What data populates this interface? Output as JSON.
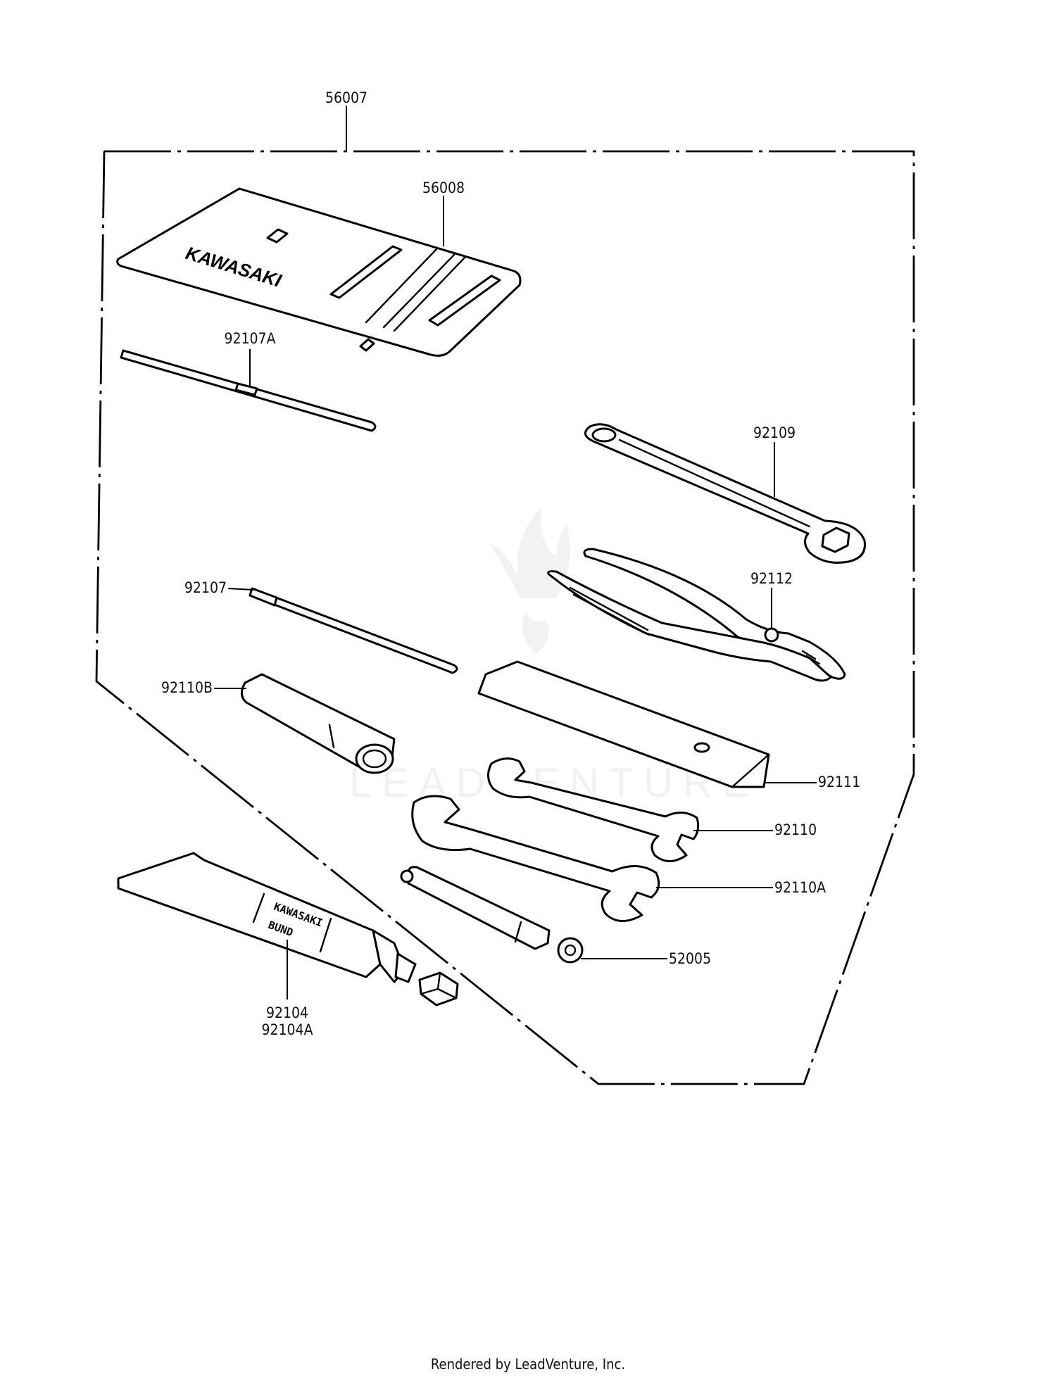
{
  "parts": {
    "p56007": "56007",
    "p56008": "56008",
    "p92107A": "92107A",
    "p92109": "92109",
    "p92112": "92112",
    "p92107": "92107",
    "p92110B": "92110B",
    "p92111": "92111",
    "p92110": "92110",
    "p92110A": "92110A",
    "p52005": "52005",
    "p92104": "92104",
    "p92104A": "92104A"
  },
  "bag": {
    "brand": "KAWASAKI"
  },
  "tube": {
    "line1": "KAWASAKI",
    "line2": "BUND"
  },
  "watermark": {
    "text": "LEADVENTURE"
  },
  "footer": {
    "credit": "Rendered by LeadVenture, Inc."
  }
}
